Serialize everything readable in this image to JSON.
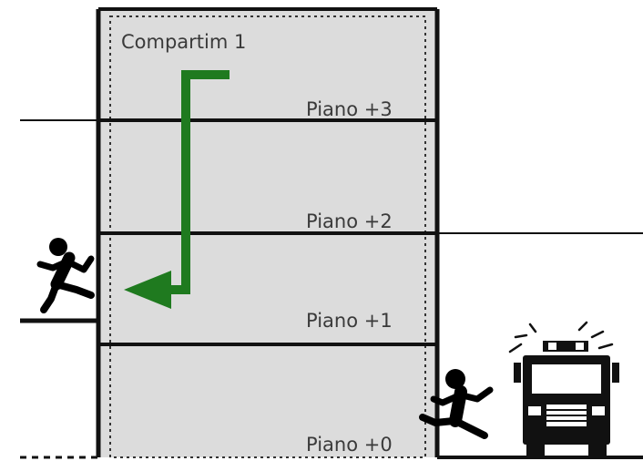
{
  "compartment": {
    "label": "Compartim 1"
  },
  "floors": [
    {
      "id": "p3",
      "label": "Piano +3"
    },
    {
      "id": "p2",
      "label": "Piano +2"
    },
    {
      "id": "p1",
      "label": "Piano +1"
    },
    {
      "id": "p0",
      "label": "Piano +0"
    }
  ],
  "colors": {
    "building_fill": "#dcdcdc",
    "arrow": "#1f7a1f",
    "lines": "#111111",
    "runner": "#000000"
  }
}
